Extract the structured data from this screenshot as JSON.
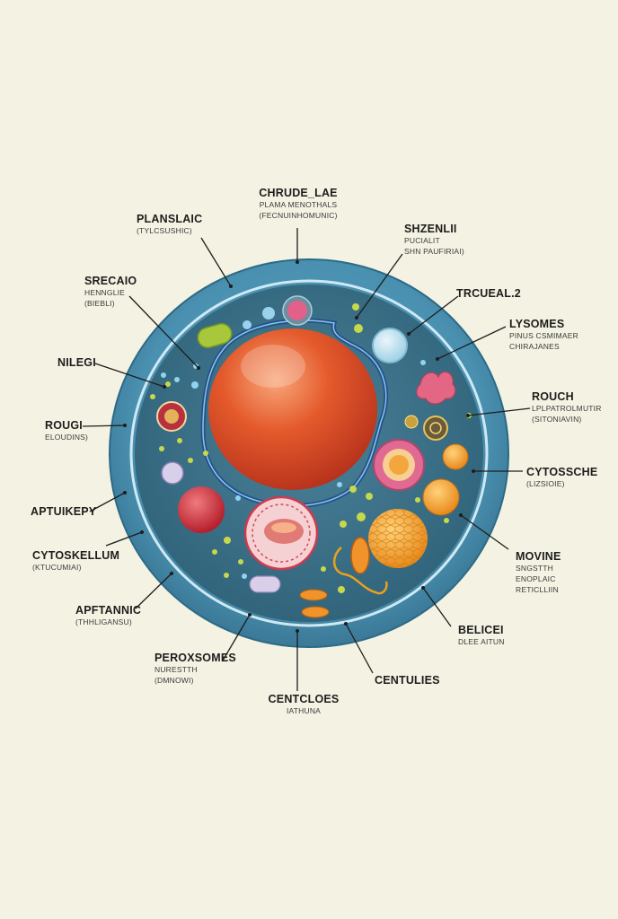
{
  "labels": {
    "chrude_lae": {
      "title": "CHRUDE_LAE",
      "sub": [
        "PLAMA MENOTHALS",
        "(FECNUINHOMUNIC)"
      ]
    },
    "planslaic": {
      "title": "PLANSLAIC",
      "sub": [
        "(TYLCSUSHIC)"
      ]
    },
    "shzenlii": {
      "title": "SHZENLII",
      "sub": [
        "PUCIALIT",
        "SHN PAUFIRIAI)"
      ]
    },
    "srecaio": {
      "title": "SRECAIO",
      "sub": [
        "HENNGLIE",
        "(BIEBLI)"
      ]
    },
    "trcueal": {
      "title": "TRCUEAL.2",
      "sub": []
    },
    "lysomes": {
      "title": "LYSOMES",
      "sub": [
        "PINUS CSMIMAER",
        "CHIRAJANES"
      ]
    },
    "nilegi": {
      "title": "NILEGI",
      "sub": []
    },
    "rouch": {
      "title": "ROUCH",
      "sub": [
        "LPLPATROLMUTIR",
        "(SITONIAVIN)"
      ]
    },
    "rougi": {
      "title": "ROUGI",
      "sub": [
        "ELOUDINS)"
      ]
    },
    "cytossche": {
      "title": "CYTOSSCHE",
      "sub": [
        "(LIZSIOIE)"
      ]
    },
    "aptuikepy": {
      "title": "APTUIKEPY",
      "sub": []
    },
    "cytoskellum": {
      "title": "CYTOSKELLUM",
      "sub": [
        "(KTUCUMIAI)"
      ]
    },
    "movine": {
      "title": "MOVINE",
      "sub": [
        "SNGSTTH",
        "ENOPLAIC",
        "RETICLLIIN"
      ]
    },
    "apftannic": {
      "title": "APFTANNIC",
      "sub": [
        "(THHLIGANSU)"
      ]
    },
    "belicei": {
      "title": "BELICEI",
      "sub": [
        "DLEE AITUN"
      ]
    },
    "peroxsomes": {
      "title": "PEROXSOMES",
      "sub": [
        "NURESTTH",
        "(DMNOWI)"
      ]
    },
    "centulies": {
      "title": "CENTULIES",
      "sub": []
    },
    "centcloes": {
      "title": "CENTCLOES",
      "sub": [
        "IATHUNA"
      ]
    }
  },
  "colors": {
    "background": "#f4f2e2",
    "membrane": "#4b93b3",
    "cytoplasm": "#3d6f86",
    "nucleus": "#e0562c",
    "nucleus_highlight": "#f48f5e",
    "mitochondria": "#f3a23a",
    "pointer_line": "#1d1d1d"
  }
}
